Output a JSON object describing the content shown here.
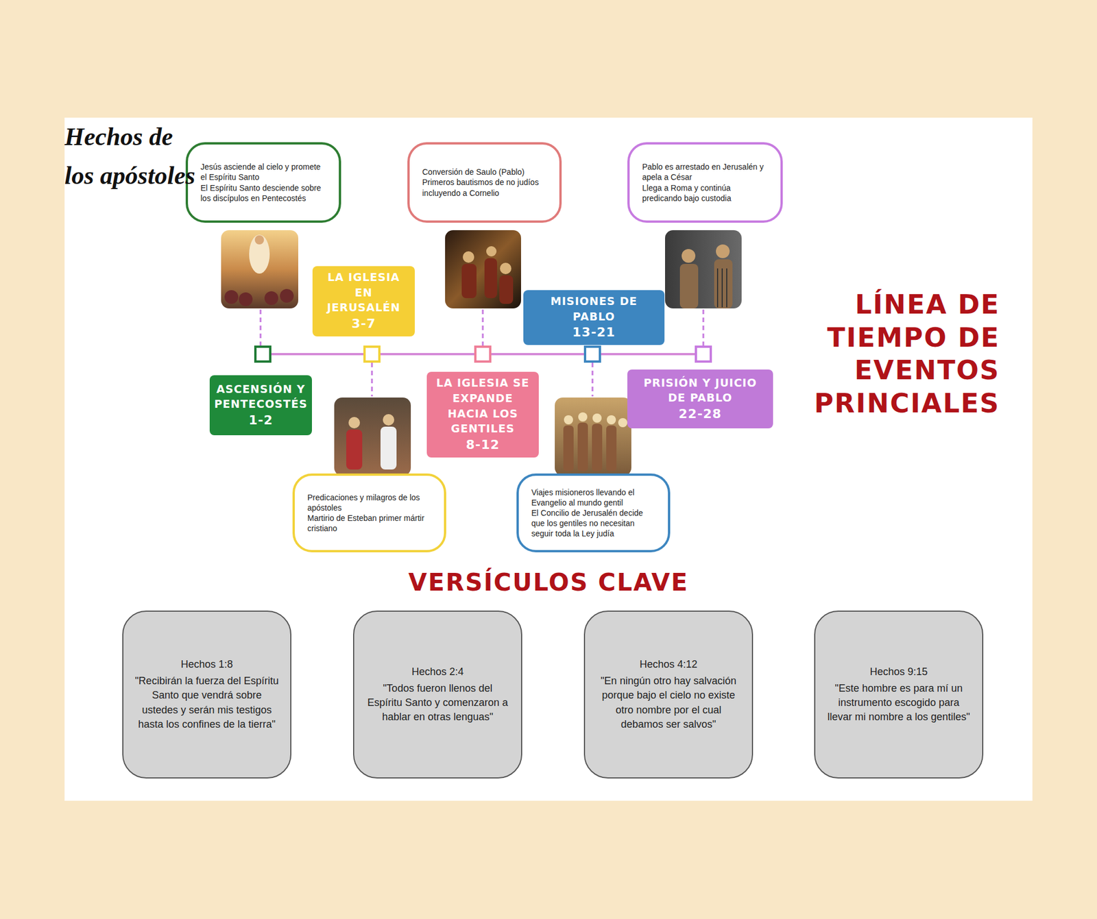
{
  "diagram": {
    "title": "Hechos de los apóstoles",
    "nodes": [
      {
        "text": [
          "Jesús asciende al cielo y promete el Espíritu Santo",
          "El Espíritu Santo desciende sobre los discípulos en Pentecostés"
        ]
      },
      {
        "text": [
          "Conversión de Saulo (Pablo)",
          "Primeros bautismos de no judíos incluyendo a Cornelio"
        ]
      },
      {
        "text": [
          "Pablo es arrestado en Jerusalén y apela a César",
          "Llega a Roma y continúa predicando bajo custodia"
        ]
      },
      {
        "text": [
          "LA IGLESIA EN JERUSALÉN",
          "3-7"
        ]
      },
      {
        "text": [
          "MISIONES DE PABLO",
          "13-21"
        ]
      },
      {
        "text": [
          "ASCENSIÓN Y PENTECOSTÉS",
          "1-2"
        ]
      },
      {
        "text": [
          "LA IGLESIA SE EXPANDE HACIA LOS GENTILES",
          "8-12"
        ]
      },
      {
        "text": [
          "PRISIÓN Y JUICIO DE PABLO",
          "22-28"
        ]
      },
      {
        "text": [
          "Predicaciones y milagros de los apóstoles",
          "Martirio de Esteban primer mártir cristiano"
        ]
      },
      {
        "text": [
          "Viajes misioneros llevando el Evangelio al mundo gentil",
          "El Concilio de Jerusalén decide que los gentiles no necesitan seguir toda la Ley judía"
        ]
      },
      {
        "text": [
          "Hechos 1:8",
          "\"Recibirán la fuerza del Espíritu Santo que vendrá sobre ustedes y serán mis testigos hasta los confines de la tierra\""
        ]
      },
      {
        "text": [
          "Hechos 2:4",
          "\"Todos fueron llenos del Espíritu Santo y comenzaron a hablar en otras lenguas\""
        ]
      },
      {
        "text": [
          "Hechos 4:12",
          "\"En ningún otro hay salvación porque bajo el cielo no existe otro nombre por el cual debamos ser salvos\""
        ]
      },
      {
        "text": [
          "Hechos 9:15",
          "\"Este hombre es para mí un instrumento escogido para llevar mi nombre a los gentiles\""
        ]
      }
    ],
    "labels": [
      "LÍNEA DE TIEMPO DE EVENTOS PRINCIALES",
      "VERSÍCULOS CLAVE"
    ]
  }
}
